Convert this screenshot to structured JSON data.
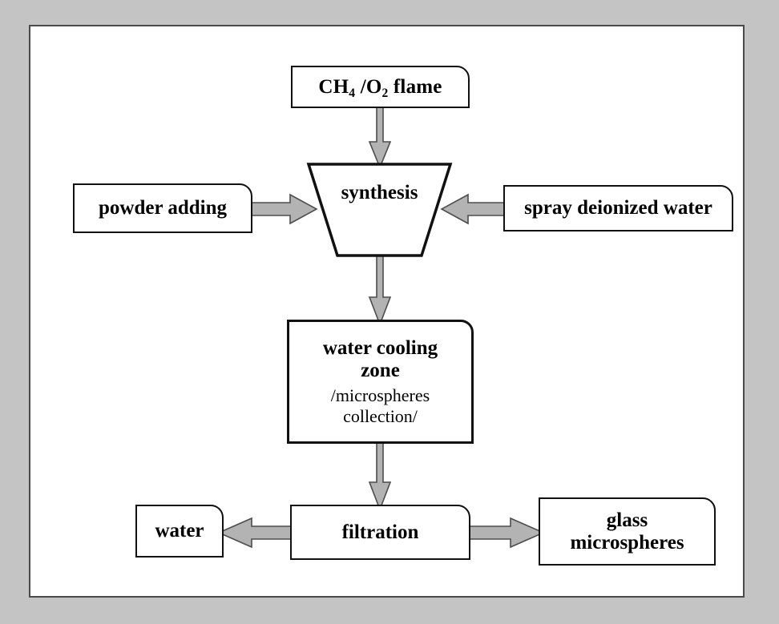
{
  "figure": {
    "title": "Glass microspheres production process flowchart",
    "canvas_background": "#ffffff",
    "frame_color": "#c4c4c4",
    "border_color": "#4a4a4a",
    "node_border_color": "#111111",
    "arrow_fill": "#b3b3b3",
    "arrow_stroke": "#4d4d4d"
  },
  "nodes": {
    "flame": {
      "text": "CH4 /O2 flame",
      "formula_parts": {
        "c1": "CH",
        "sub1": "4",
        "slash": " /O",
        "sub2": "2",
        "tail": " flame"
      }
    },
    "powder_adding": {
      "text": "powder adding"
    },
    "synthesis": {
      "text": "synthesis"
    },
    "spray_water": {
      "text": "spray deionized water"
    },
    "cooling": {
      "text": "water cooling zone",
      "line1": "water cooling",
      "line2": "zone",
      "sub1": "/microspheres",
      "sub2": "collection/"
    },
    "filtration": {
      "text": "filtration"
    },
    "water": {
      "text": "water"
    },
    "glass_microspheres": {
      "text": "glass microspheres",
      "line1": "glass",
      "line2": "microspheres"
    }
  },
  "arrows": [
    {
      "name": "flame-to-synthesis",
      "direction": "down",
      "from": "flame",
      "to": "synthesis"
    },
    {
      "name": "powder-to-synthesis",
      "direction": "right",
      "from": "powder_adding",
      "to": "synthesis"
    },
    {
      "name": "spray-to-synthesis",
      "direction": "left",
      "from": "spray_water",
      "to": "synthesis"
    },
    {
      "name": "synthesis-to-cooling",
      "direction": "down",
      "from": "synthesis",
      "to": "cooling"
    },
    {
      "name": "cooling-to-filtration",
      "direction": "down",
      "from": "cooling",
      "to": "filtration"
    },
    {
      "name": "filtration-to-water",
      "direction": "left",
      "from": "filtration",
      "to": "water"
    },
    {
      "name": "filtration-to-glass",
      "direction": "right",
      "from": "filtration",
      "to": "glass_microspheres"
    }
  ]
}
